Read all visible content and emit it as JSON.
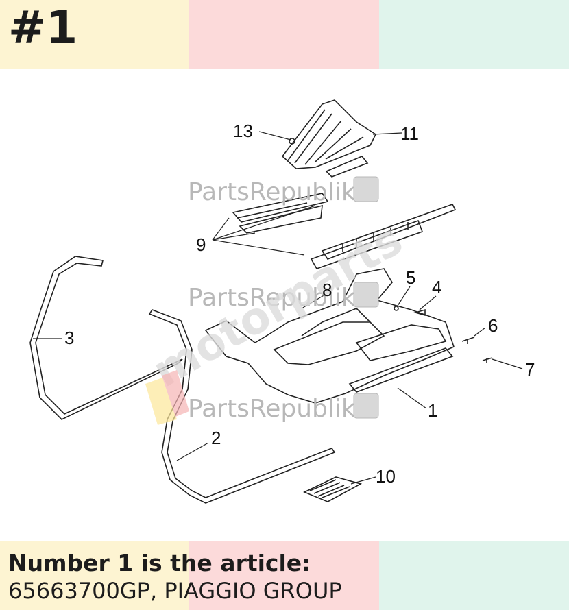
{
  "header": {
    "title": "#1",
    "band_colors": [
      "#fdf4d2",
      "#fcdada",
      "#e0f4ec"
    ]
  },
  "diagram": {
    "callouts": [
      "13",
      "11",
      "9",
      "5",
      "4",
      "8",
      "3",
      "6",
      "7",
      "1",
      "2",
      "10"
    ],
    "watermark_text": "PartsRepublik",
    "watermark_mark": "motorparts"
  },
  "footer": {
    "heading": "Number 1 is the article:",
    "article": "65663700GP, PIAGGIO GROUP",
    "band_colors": [
      "#fdf4d2",
      "#fcdada",
      "#e0f4ec"
    ]
  }
}
